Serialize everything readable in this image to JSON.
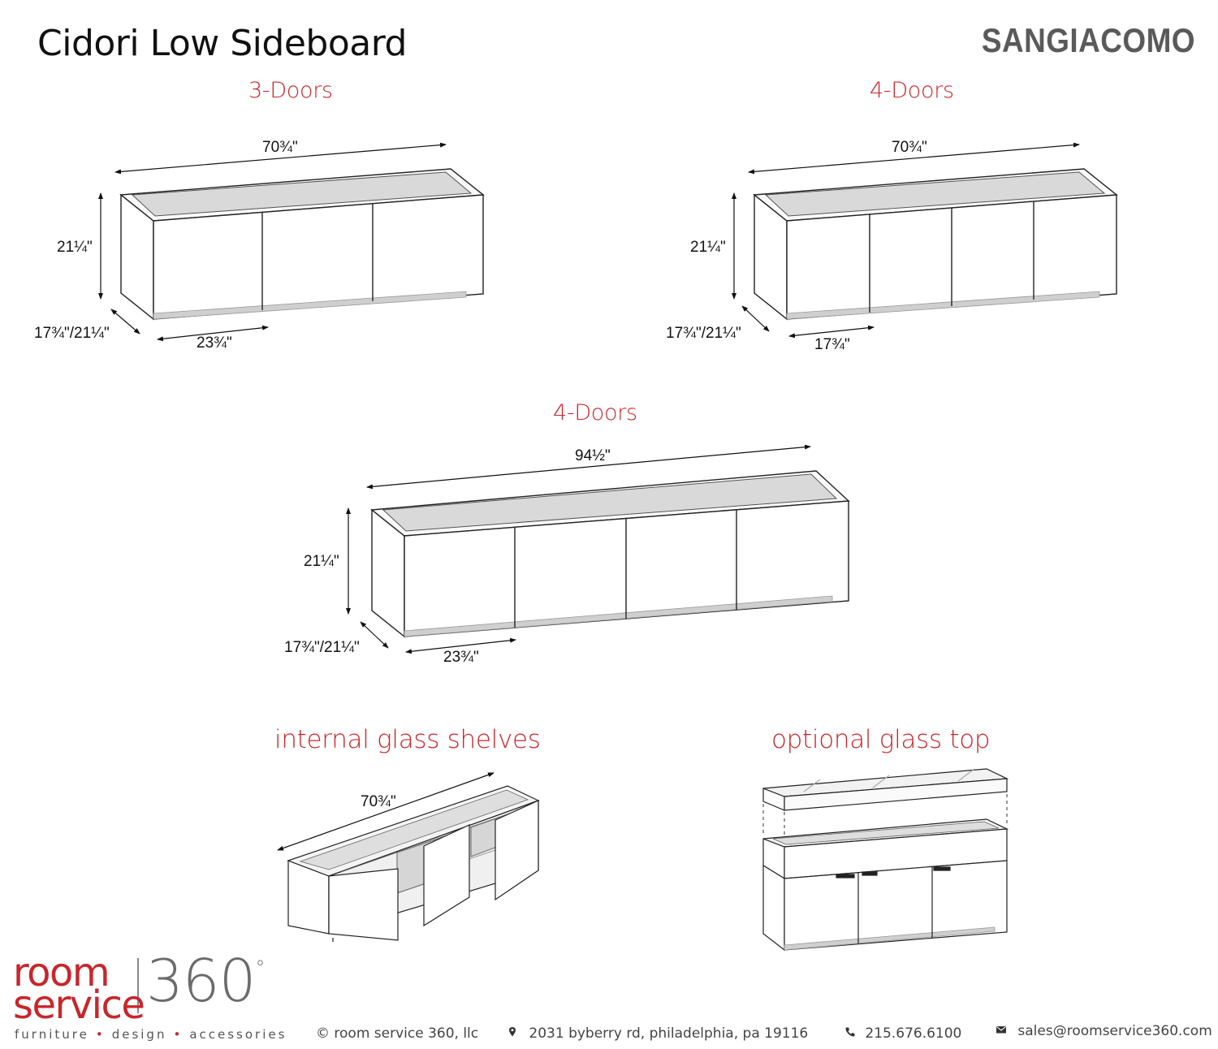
{
  "header": {
    "title": "Cidori Low Sideboard",
    "brand": "SANGIACOMO"
  },
  "variants": [
    {
      "label": "3-Doors",
      "width": "70¾\"",
      "height": "21¼\"",
      "depth": "17¾\"/21¼\"",
      "door_width": "23¾\""
    },
    {
      "label": "4-Doors",
      "width": "70¾\"",
      "height": "21¼\"",
      "depth": "17¾\"/21¼\"",
      "door_width": "17¾\""
    },
    {
      "label": "4-Doors",
      "width": "94½\"",
      "height": "21¼\"",
      "depth": "17¾\"/21¼\"",
      "door_width": "23¾\""
    }
  ],
  "options": [
    {
      "label": "internal glass shelves",
      "width": "70¾\""
    },
    {
      "label": "optional glass top"
    }
  ],
  "footer": {
    "logo_line1": "room",
    "logo_line2": "service",
    "logo_number": "360",
    "tagline": [
      "furniture",
      "design",
      "accessories"
    ],
    "copyright": "© room service 360, llc",
    "address": "2031 byberry rd, philadelphia, pa 19116",
    "phone": "215.676.6100",
    "email": "sales@roomservice360.com"
  },
  "colors": {
    "accent_red": "#c8262b",
    "brand_gray": "#5a5a5a"
  },
  "icons": [
    "map-pin-icon",
    "phone-icon",
    "envelope-icon"
  ]
}
